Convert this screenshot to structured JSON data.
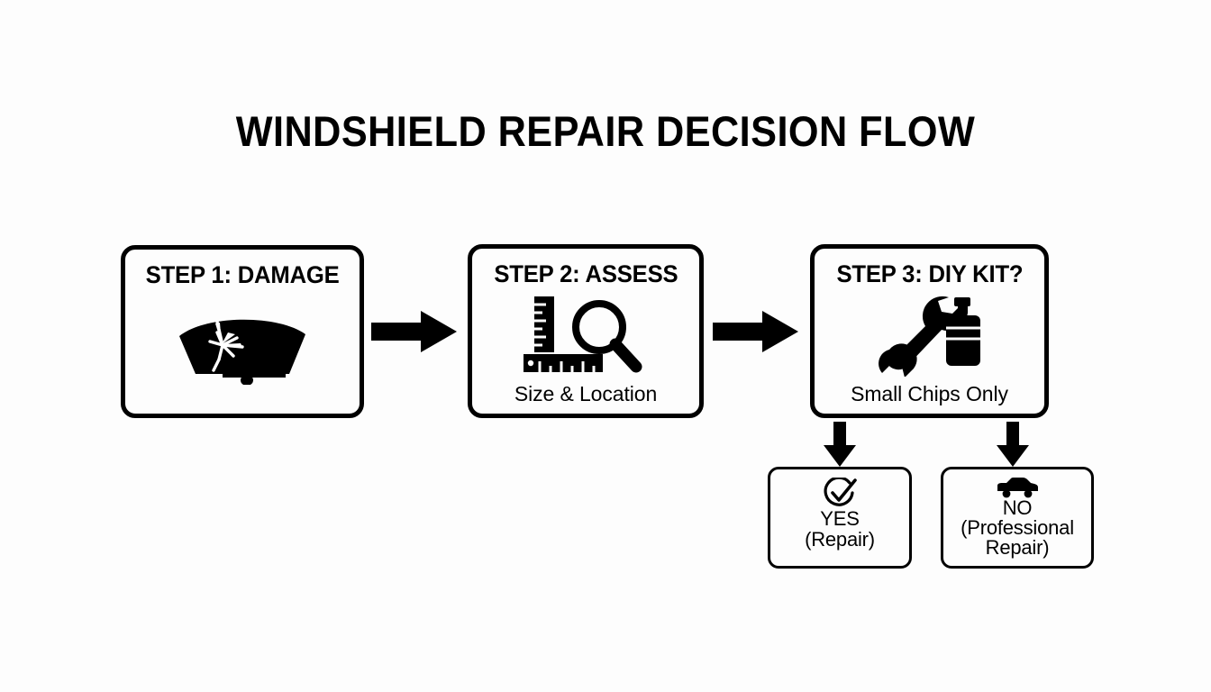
{
  "page": {
    "title": "WINDSHIELD REPAIR DECISION FLOW",
    "background_color": "#fdfdfd",
    "ink_color": "#000000"
  },
  "steps": [
    {
      "id": "step-1",
      "title": "STEP 1: DAMAGE",
      "icon": "cracked-windshield-icon",
      "caption": ""
    },
    {
      "id": "step-2",
      "title": "STEP 2: ASSESS",
      "icon": "ruler-magnifier-icon",
      "caption": "Size & Location"
    },
    {
      "id": "step-3",
      "title": "STEP 3: DIY KIT?",
      "icon": "wrench-resin-bottle-icon",
      "caption": "Small Chips Only"
    }
  ],
  "outcomes": [
    {
      "id": "outcome-yes",
      "icon": "check-circle-icon",
      "line1": "YES",
      "line2": "(Repair)",
      "line3": ""
    },
    {
      "id": "outcome-no",
      "icon": "car-icon",
      "line1": "NO",
      "line2": "(Professional",
      "line3": "Repair)"
    }
  ],
  "connectors": [
    {
      "id": "arrow-step1-step2",
      "icon": "arrow-right-icon",
      "direction": "right"
    },
    {
      "id": "arrow-step2-step3",
      "icon": "arrow-right-icon",
      "direction": "right"
    },
    {
      "id": "arrow-step3-yes",
      "icon": "arrow-down-icon",
      "direction": "down"
    },
    {
      "id": "arrow-step3-no",
      "icon": "arrow-down-icon",
      "direction": "down"
    }
  ]
}
